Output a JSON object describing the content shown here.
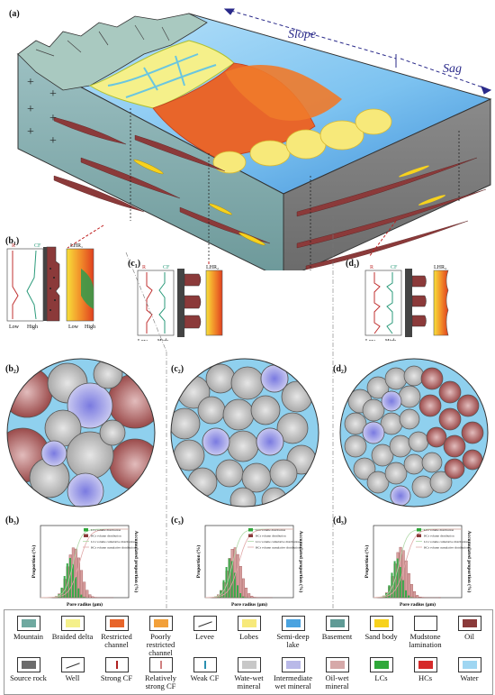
{
  "panel_labels": {
    "a": "(a)",
    "b1": "(b₁)",
    "c1": "(c₁)",
    "d1": "(d₁)",
    "b2": "(b₂)",
    "c2": "(c₂)",
    "d2": "(d₂)",
    "b3": "(b₃)",
    "c3": "(c₃)",
    "d3": "(d₃)"
  },
  "block": {
    "slope_label": "Slope",
    "sag_label": "Sag"
  },
  "logs": {
    "r_label": "R",
    "cf_label": "CF",
    "low": "Low",
    "high": "High",
    "lhr_b": "LHR₁",
    "lhr_c": "LHR₂",
    "lhr_d": "LHR₃"
  },
  "plots": {
    "ylabel": "Proportion (%)",
    "ylabel2": "Accumulated proportion (%)",
    "xlabel": "Pore radius (μm)",
    "legend": [
      "LCs volume distribution",
      "HCs volume distribution",
      "LCs volume cumulative distribution",
      "HCs volume cumulative distribution"
    ]
  },
  "legend": [
    {
      "label": "Mountain",
      "icon": "mountain-icon",
      "color": "#6fa9a0"
    },
    {
      "label": "Braided delta",
      "icon": "braided-delta-icon",
      "color": "#f5f08a"
    },
    {
      "label": "Restricted channel",
      "icon": "restricted-channel-icon",
      "color": "#e8652a"
    },
    {
      "label": "Poorly restricted channel",
      "icon": "poorly-restricted-channel-icon",
      "color": "#f2a03a"
    },
    {
      "label": "Levee",
      "icon": "levee-icon",
      "color": "#333333"
    },
    {
      "label": "Lobes",
      "icon": "lobes-icon",
      "color": "#f7e97a"
    },
    {
      "label": "Semi-deep lake",
      "icon": "lake-icon",
      "color": "#4aa3e0"
    },
    {
      "label": "Basement",
      "icon": "basement-icon",
      "color": "#5f9b96"
    },
    {
      "label": "Sand body",
      "icon": "sand-body-icon",
      "color": "#f7d21d"
    },
    {
      "label": "Mudstone lamination",
      "icon": "mudstone-icon",
      "color": "#ffffff"
    },
    {
      "label": "Oil",
      "icon": "oil-icon",
      "color": "#8b3a3a"
    },
    {
      "label": "Source rock",
      "icon": "source-rock-icon",
      "color": "#6b6b6b"
    },
    {
      "label": "Well",
      "icon": "well-icon",
      "color": "#333333"
    },
    {
      "label": "Strong CF",
      "icon": "strong-cf-icon",
      "color": "#b02020"
    },
    {
      "label": "Relatively strong CF",
      "icon": "relatively-strong-cf-icon",
      "color": "#d08080"
    },
    {
      "label": "Weak CF",
      "icon": "weak-cf-icon",
      "color": "#2a8fb0"
    },
    {
      "label": "Wate-wet mineral",
      "icon": "water-wet-mineral-icon",
      "color": "#c8c8c8"
    },
    {
      "label": "Intermediate wet mineral",
      "icon": "intermediate-wet-mineral-icon",
      "color": "#b9b9e8"
    },
    {
      "label": "Oil-wet mineral",
      "icon": "oil-wet-mineral-icon",
      "color": "#d6a9a9"
    },
    {
      "label": "LCs",
      "icon": "lcs-icon",
      "color": "#2fa83a"
    },
    {
      "label": "HCs",
      "icon": "hcs-icon",
      "color": "#d62a2a"
    },
    {
      "label": "Water",
      "icon": "water-icon",
      "color": "#9fd6f2"
    }
  ]
}
